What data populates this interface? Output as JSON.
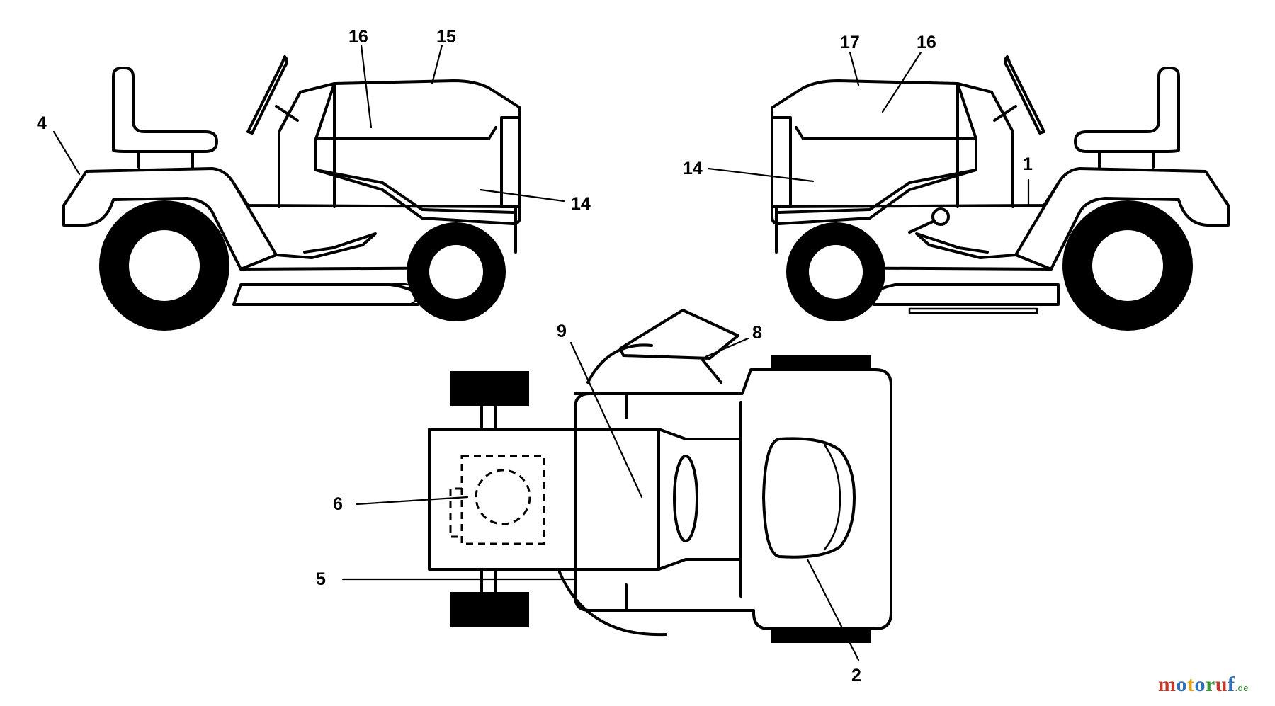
{
  "callouts": {
    "left_view": {
      "c4": "4",
      "c16": "16",
      "c15": "15",
      "c14": "14"
    },
    "right_view": {
      "c17": "17",
      "c16": "16",
      "c14": "14",
      "c1": "1"
    },
    "top_view": {
      "c9": "9",
      "c8": "8",
      "c6": "6",
      "c5": "5",
      "c2": "2"
    }
  },
  "watermark": {
    "parts": [
      "m",
      "o",
      "t",
      "o",
      "r",
      "u",
      "f"
    ],
    "suffix": ".de",
    "colors": [
      "#c0392b",
      "#2e6fb5",
      "#e2a21b",
      "#2e6fb5",
      "#3a9a3a",
      "#c0392b",
      "#2e6fb5"
    ]
  },
  "colors": {
    "line": "#000000",
    "background": "#ffffff"
  }
}
